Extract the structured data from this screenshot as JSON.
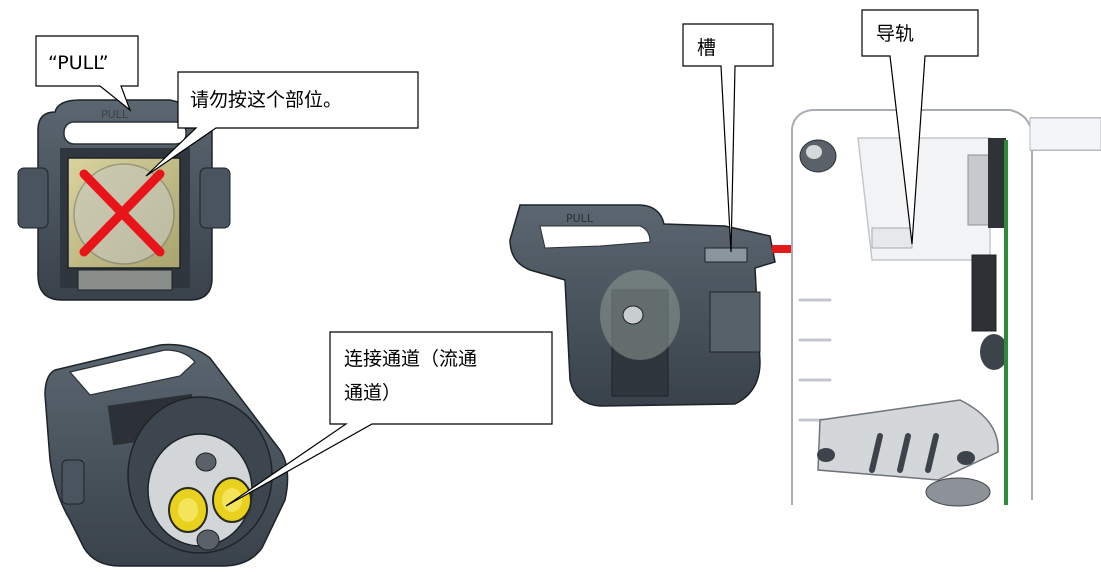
{
  "callouts": {
    "pull_label": "“PULL”",
    "dont_press": "请勿按这个部位。",
    "channel_line1": "连接通道（流通",
    "channel_line2": "通道）",
    "slot": "槽",
    "rail": "导轨"
  },
  "colors": {
    "cartridge_body": "#4b5560",
    "cartridge_dark": "#2f363d",
    "window_yellow": "#cfc58a",
    "port_yellow": "#e8d21e",
    "x_mark": "#e8141a",
    "arrow": "#e01a1a",
    "pcb_green": "#2e8b3a"
  },
  "icons": {
    "forbidden": "red-x-icon",
    "insert_direction": "arrow-right-icon"
  }
}
